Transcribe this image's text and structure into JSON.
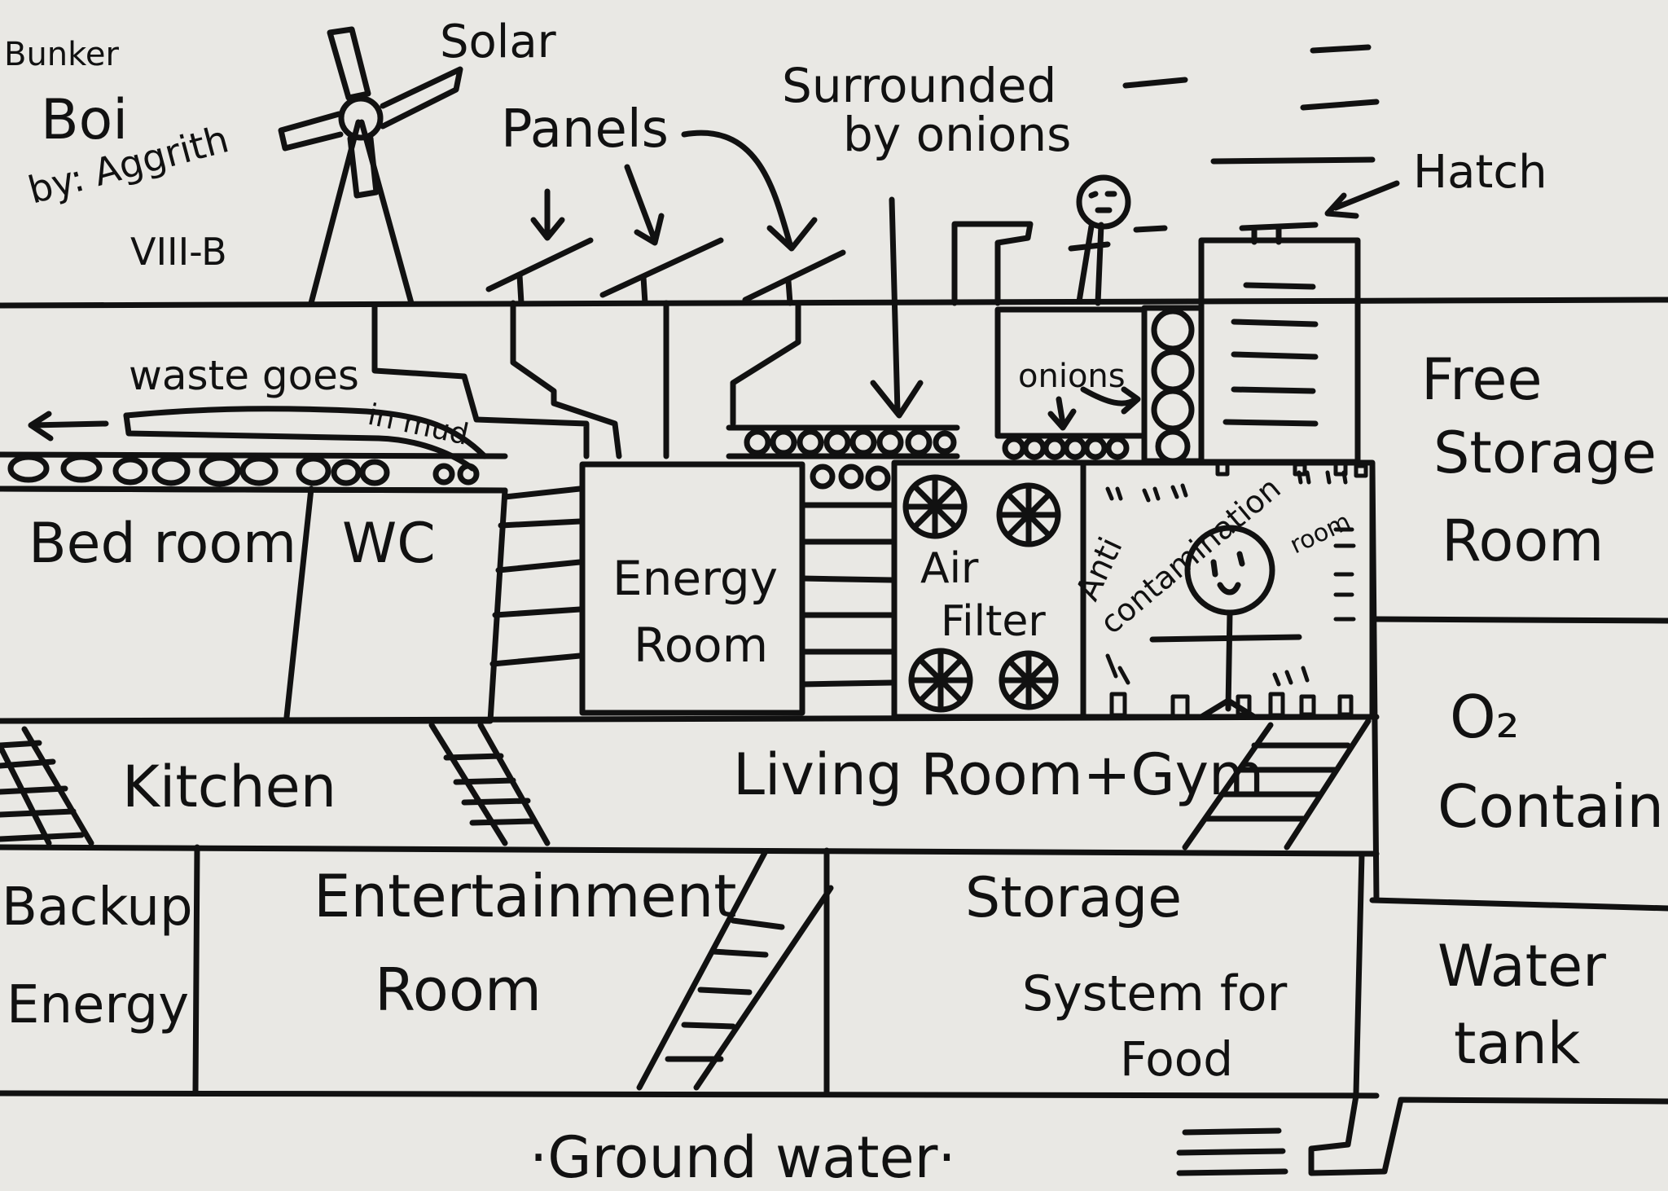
{
  "title": {
    "line1": "Bunker",
    "line2": "Boi",
    "line3": "by: Aggrith",
    "line4": "VIII-B"
  },
  "annotations": {
    "solar": "Solar",
    "panels": "Panels",
    "surrounded1": "Surrounded",
    "surrounded2": "by onions",
    "hatch": "Hatch",
    "waste1": "waste goes",
    "waste2": "in mud",
    "onions": "onions",
    "ground_water": "·Ground water·"
  },
  "rooms": {
    "bedroom": "Bed room",
    "wc": "WC",
    "energy1": "Energy",
    "energy2": "Room",
    "air1": "Air",
    "air2": "Filter",
    "anti1": "Anti",
    "anti2": "contamination",
    "anti3": "room",
    "free1": "Free",
    "free2": "Storage",
    "free3": "Room",
    "kitchen": "Kitchen",
    "living": "Living Room+Gym",
    "o2_1": "O₂",
    "o2_2": "Contain",
    "backup1": "Backup",
    "backup2": "Energy",
    "ent1": "Entertainment",
    "ent2": "Room",
    "storage1": "Storage",
    "storage2": "System for",
    "storage3": "Food",
    "water1": "Water",
    "water2": "tank"
  },
  "colors": {
    "paper": "#e9e8e4",
    "ink": "#111111"
  }
}
